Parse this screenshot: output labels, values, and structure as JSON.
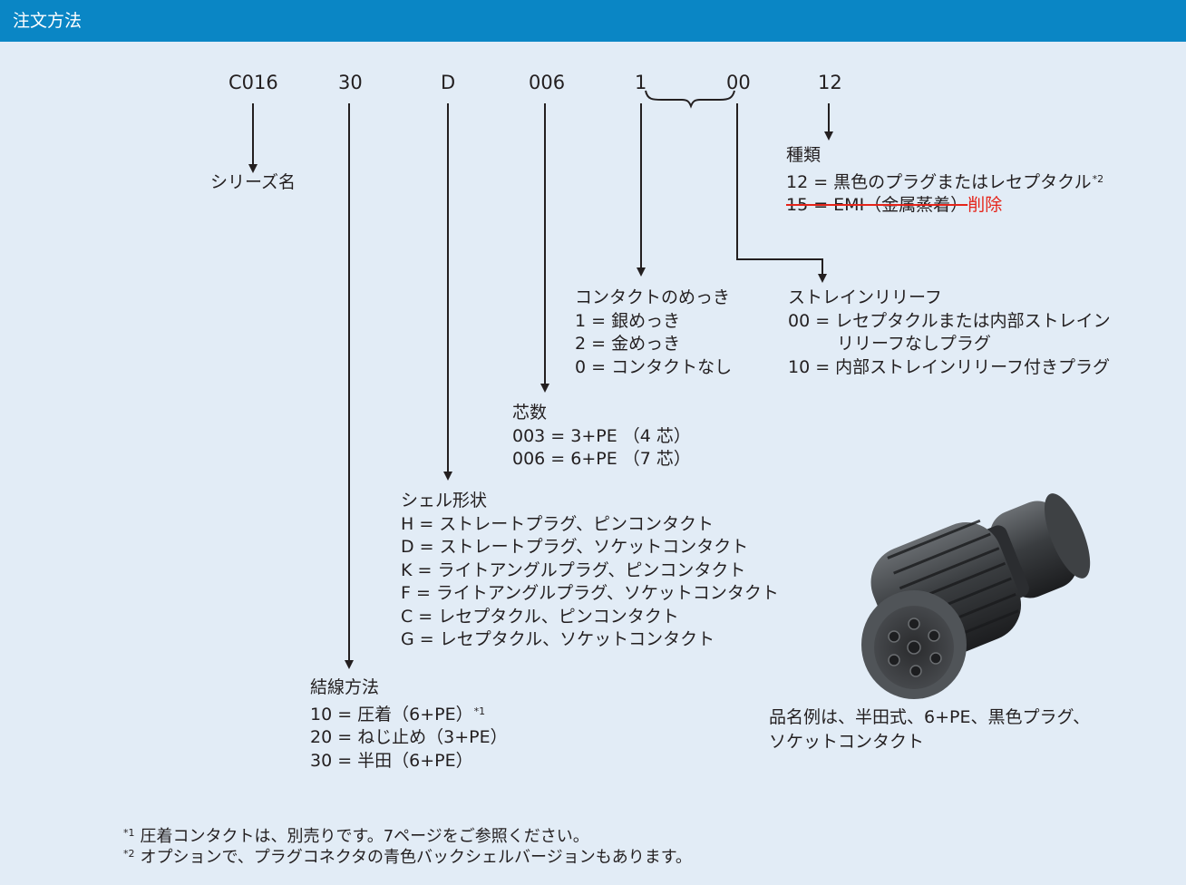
{
  "header": {
    "title": "注文方法"
  },
  "code": [
    "C016",
    "30",
    "D",
    "006",
    "1",
    "00",
    "12"
  ],
  "series": {
    "label": "シリーズ名"
  },
  "type": {
    "heading": "種類",
    "item1": "12 = 黒色のプラグまたはレセプタクル",
    "item1_note": "*2",
    "item2": "15 = EMI（金属蒸着）",
    "item2_deleted": "削除"
  },
  "plating": {
    "heading": "コンタクトのめっき",
    "items": [
      "1 = 銀めっき",
      "2 = 金めっき",
      "0 = コンタクトなし"
    ]
  },
  "strain": {
    "heading": "ストレインリリーフ",
    "item1_a": "00 = レセプタクルまたは内部ストレイン",
    "item1_b": "リリーフなしプラグ",
    "item2": "10 = 内部ストレインリリーフ付きプラグ"
  },
  "cores": {
    "heading": "芯数",
    "items": [
      "003 = 3+PE （4 芯）",
      "006 = 6+PE （7 芯）"
    ]
  },
  "shell": {
    "heading": "シェル形状",
    "items": [
      "H = ストレートプラグ、ピンコンタクト",
      "D = ストレートプラグ、ソケットコンタクト",
      "K = ライトアングルプラグ、ピンコンタクト",
      "F = ライトアングルプラグ、ソケットコンタクト",
      "C = レセプタクル、ピンコンタクト",
      "G = レセプタクル、ソケットコンタクト"
    ]
  },
  "wiring": {
    "heading": "結線方法",
    "item1": "10 = 圧着（6+PE）",
    "item1_note": "*1",
    "item2": "20 = ねじ止め（3+PE）",
    "item3": "30 = 半田（6+PE）"
  },
  "caption": {
    "line1": "品名例は、半田式、6+PE、黒色プラグ、",
    "line2": "ソケットコンタクト"
  },
  "notes": [
    {
      "mark": "*1",
      "text": "圧着コンタクトは、別売りです。7ページをご参照ください。"
    },
    {
      "mark": "*2",
      "text": "オプションで、プラグコネクタの青色バックシェルバージョンもあります。"
    }
  ]
}
